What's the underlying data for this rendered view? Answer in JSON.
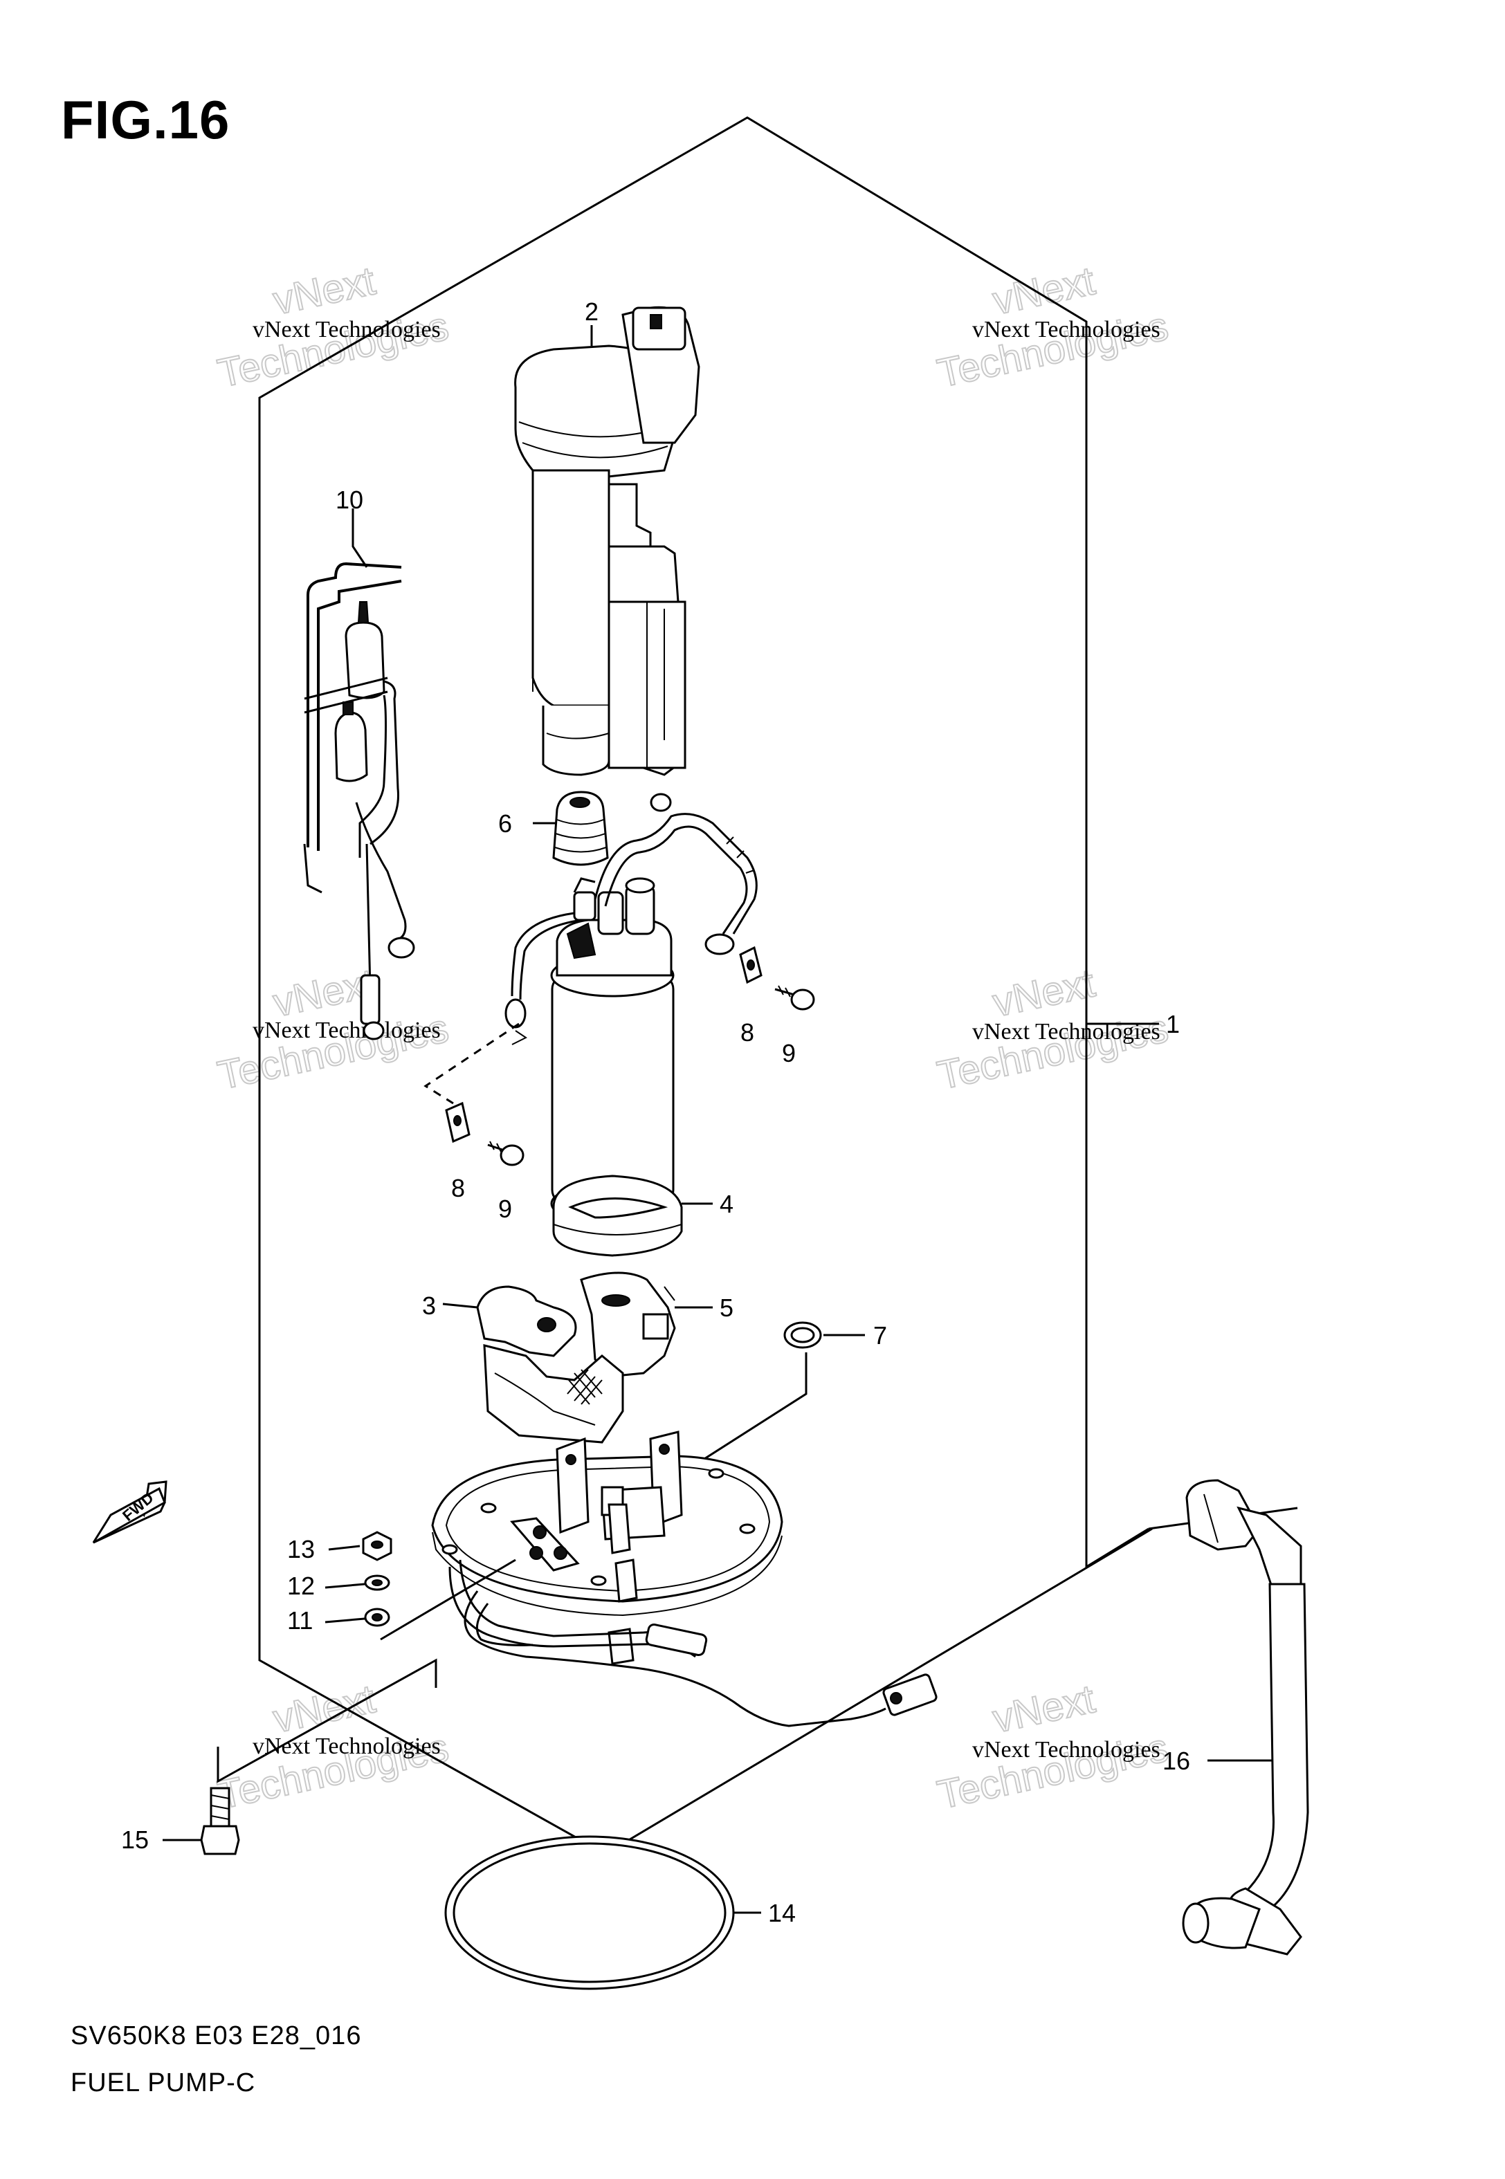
{
  "figure": {
    "title": "FIG.16",
    "model_code": "SV650K8 E03 E28_016",
    "section_name": "FUEL PUMP-C"
  },
  "callouts": [
    {
      "id": "1",
      "label": "1"
    },
    {
      "id": "2",
      "label": "2"
    },
    {
      "id": "3",
      "label": "3"
    },
    {
      "id": "4",
      "label": "4"
    },
    {
      "id": "5",
      "label": "5"
    },
    {
      "id": "6",
      "label": "6"
    },
    {
      "id": "7",
      "label": "7"
    },
    {
      "id": "8a",
      "label": "8"
    },
    {
      "id": "8b",
      "label": "8"
    },
    {
      "id": "9a",
      "label": "9"
    },
    {
      "id": "9b",
      "label": "9"
    },
    {
      "id": "10",
      "label": "10"
    },
    {
      "id": "11",
      "label": "11"
    },
    {
      "id": "12",
      "label": "12"
    },
    {
      "id": "13",
      "label": "13"
    },
    {
      "id": "14",
      "label": "14"
    },
    {
      "id": "15",
      "label": "15"
    },
    {
      "id": "16",
      "label": "16"
    }
  ],
  "watermark": {
    "line1": "vNext Technologies",
    "line2a": "vNext",
    "line2b": "Technologies"
  },
  "direction_arrow": {
    "label": "FWD",
    "icon": "fwd-arrow-icon"
  }
}
